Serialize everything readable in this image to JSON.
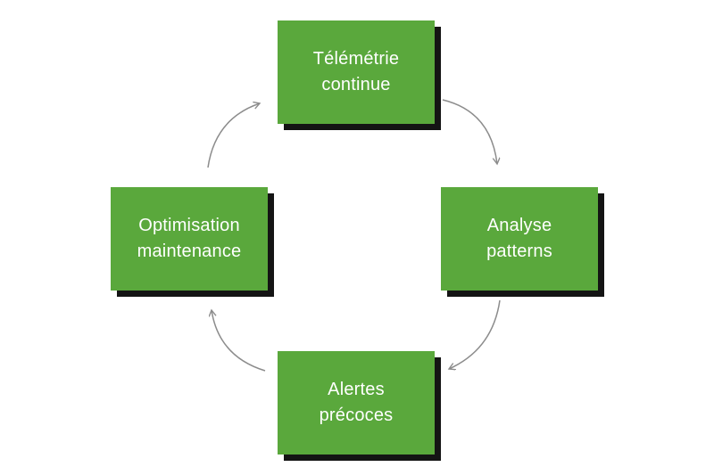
{
  "diagram": {
    "type": "cycle",
    "direction": "clockwise",
    "nodes": [
      {
        "id": "top",
        "line1": "Télémétrie",
        "line2": "continue"
      },
      {
        "id": "right",
        "line1": "Analyse",
        "line2": "patterns"
      },
      {
        "id": "bottom",
        "line1": "Alertes",
        "line2": "précoces"
      },
      {
        "id": "left",
        "line1": "Optimisation",
        "line2": "maintenance"
      }
    ],
    "arrows": [
      {
        "from": "top",
        "to": "right"
      },
      {
        "from": "right",
        "to": "bottom"
      },
      {
        "from": "bottom",
        "to": "left"
      },
      {
        "from": "left",
        "to": "top"
      }
    ],
    "colors": {
      "node_fill": "#5aa83c",
      "node_text": "#ffffff",
      "shadow": "#141414",
      "arrow": "#8c8c8c",
      "background": "#ffffff"
    }
  }
}
